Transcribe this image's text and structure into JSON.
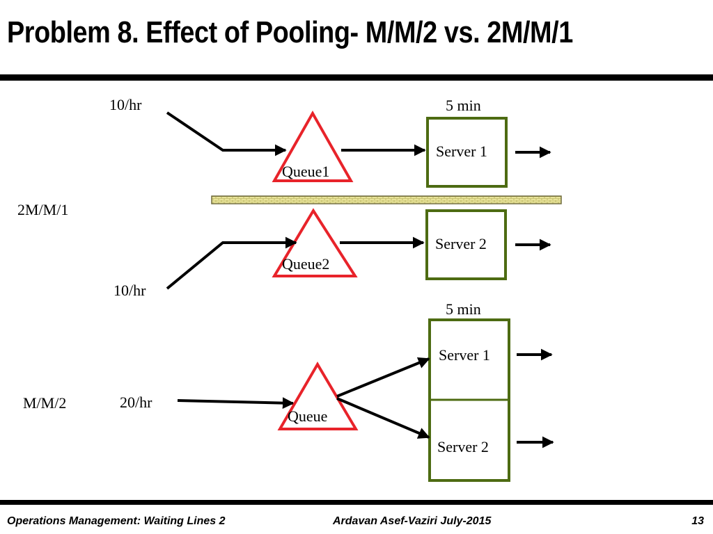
{
  "title": "Problem 8. Effect of Pooling- M/M/2 vs. 2M/M/1",
  "diagram": {
    "system_a": {
      "label": "2M/M/1",
      "arrival_rate_1": "10/hr",
      "arrival_rate_2": "10/hr",
      "service_time": "5 min",
      "queue_1": "Queue1",
      "queue_2": "Queue2",
      "server_1": "Server 1",
      "server_2": "Server 2"
    },
    "system_b": {
      "label": "M/M/2",
      "arrival_rate": "20/hr",
      "service_time": "5 min",
      "queue": "Queue",
      "server_1": "Server 1",
      "server_2": "Server 2"
    }
  },
  "footer": {
    "course": "Operations Management: Waiting Lines 2",
    "author_date": "Ardavan Asef-Vaziri   July-2015",
    "page_number": "13"
  },
  "colors": {
    "queue_outline": "#e8232a",
    "server_outline": "#4d6b12",
    "divider_fill": "#f4f0a8",
    "divider_outline": "#6e6a3c"
  }
}
